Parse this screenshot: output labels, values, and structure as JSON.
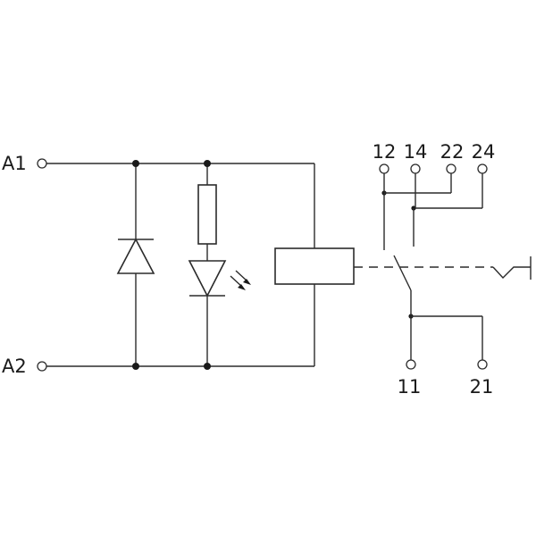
{
  "diagram": {
    "coil_terminals": {
      "a1": "A1",
      "a2": "A2"
    },
    "contact_terminals": {
      "t12": "12",
      "t14": "14",
      "t22": "22",
      "t24": "24",
      "t11": "11",
      "t21": "21"
    }
  }
}
